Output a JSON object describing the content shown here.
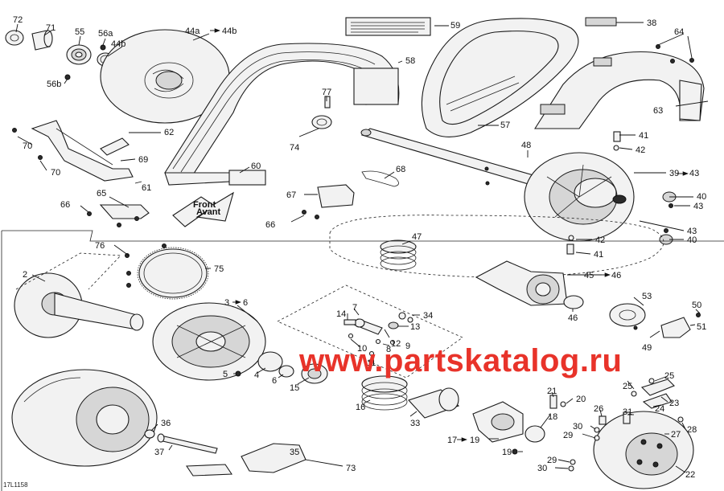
{
  "diagram_code": "17L1158",
  "watermark": "www.partskatalog.ru",
  "front_arrow": {
    "line1": "Front",
    "line2": "Avant"
  },
  "callouts": {
    "c72": "72",
    "c71": "71",
    "c55": "55",
    "c56a": "56a",
    "c44b": "44b",
    "c56b": "56b",
    "c44a": "44a",
    "c44b_target": "44b",
    "c59": "59",
    "c38": "38",
    "c64": "64",
    "c58": "58",
    "c77": "77",
    "c57": "57",
    "c63": "63",
    "c62": "62",
    "c70a": "70",
    "c70b": "70",
    "c69": "69",
    "c74": "74",
    "c41a": "41",
    "c42a": "42",
    "c48": "48",
    "c60": "60",
    "c61": "61",
    "c68": "68",
    "c39": "39",
    "c43a": "43",
    "c65": "65",
    "c66a": "66",
    "c67": "67",
    "c40a": "40",
    "c43b": "43",
    "c66b": "66",
    "c43c": "43",
    "c40b": "40",
    "c47": "47",
    "c42b": "42",
    "c41b": "41",
    "c76": "76",
    "c75": "75",
    "c2": "2",
    "c45": "45",
    "c46_target": "46",
    "c3": "3",
    "c6_target": "6",
    "c53": "53",
    "c50": "50",
    "c46": "46",
    "c51": "51",
    "c7": "7",
    "c34": "34",
    "c14": "14",
    "c13": "13",
    "c10": "10",
    "c8": "8",
    "c9": "9",
    "c12": "12",
    "c11": "11",
    "c49": "49",
    "c5": "5",
    "c4": "4",
    "c6": "6",
    "c15": "15",
    "c16": "16",
    "c21": "21",
    "c20": "20",
    "c25a": "25",
    "c25b": "25",
    "c23": "23",
    "c24": "24",
    "c26": "26",
    "c18": "18",
    "c31": "31",
    "c28": "28",
    "c30a": "30",
    "c27": "27",
    "c36": "36",
    "c33": "33",
    "c29a": "29",
    "c17": "17",
    "c19_target": "19",
    "c19": "19",
    "c37": "37",
    "c29b": "29",
    "c73": "73",
    "c30b": "30",
    "c22": "22",
    "c35": "35"
  }
}
